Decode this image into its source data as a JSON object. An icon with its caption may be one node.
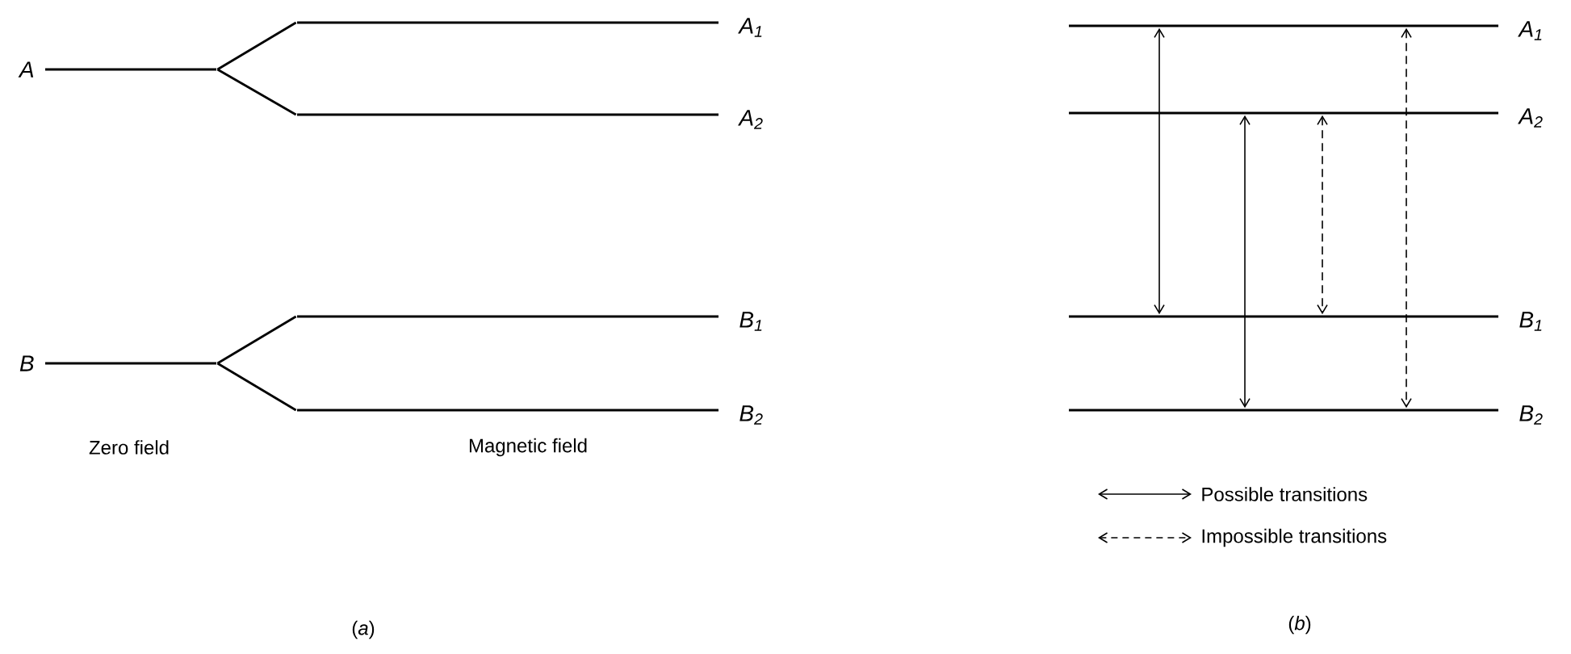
{
  "diagram": {
    "nodes": [
      {
        "text": [
          "A"
        ]
      },
      {
        "text": [
          "A$_{1}$"
        ]
      },
      {
        "text": [
          "A$_{2}$"
        ]
      },
      {
        "text": [
          "B"
        ]
      },
      {
        "text": [
          "B$_{1}$"
        ]
      },
      {
        "text": [
          "B$_{2}$"
        ]
      },
      {
        "text": [
          "A$_{1}$"
        ]
      },
      {
        "text": [
          "A$_{2}$"
        ]
      },
      {
        "text": [
          "B$_{1}$"
        ]
      },
      {
        "text": [
          "B$_{2}$"
        ]
      }
    ],
    "edges": [
      {
        "from": 0,
        "to": 1,
        "arrow": "none"
      },
      {
        "from": 0,
        "to": 2,
        "arrow": "none"
      },
      {
        "from": 3,
        "to": 4,
        "arrow": "none"
      },
      {
        "from": 3,
        "to": 5,
        "arrow": "none"
      },
      {
        "from": 6,
        "to": 8,
        "arrow": "both"
      },
      {
        "from": 7,
        "to": 9,
        "arrow": "both"
      },
      {
        "from": 7,
        "to": 8,
        "arrow": "both",
        "style": "dashed"
      },
      {
        "from": 6,
        "to": 9,
        "arrow": "both",
        "style": "dashed"
      }
    ],
    "labels": [
      "Zero field",
      "Magnetic field",
      "(*a*)",
      "(*b*)"
    ],
    "legend": [
      {
        "text": "Possible transitions"
      },
      {
        "text": "Impossible transitions"
      }
    ]
  }
}
